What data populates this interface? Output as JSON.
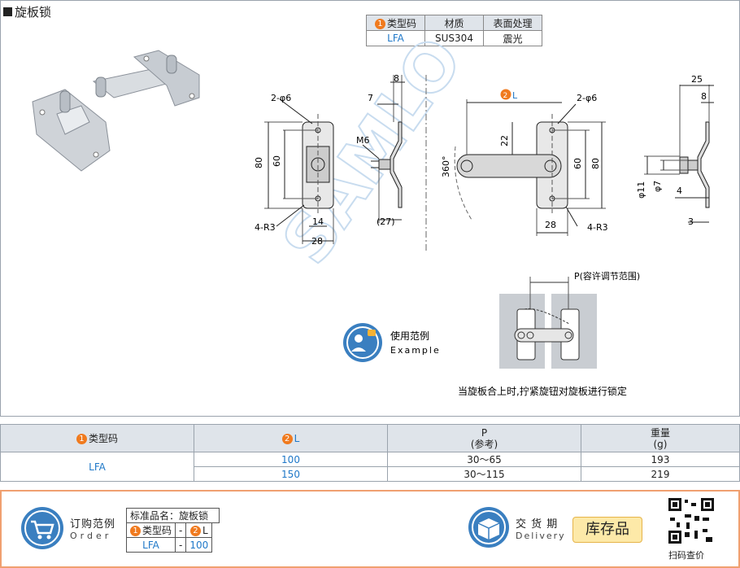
{
  "title": "旋板锁",
  "mini_table": {
    "headers": [
      "类型码",
      "材质",
      "表面处理"
    ],
    "row": [
      "LFA",
      "SUS304",
      "震光"
    ],
    "badge": "1"
  },
  "drawing": {
    "hole_label": "2-φ6",
    "hole_label_right": "2-φ6",
    "dim_8": "8",
    "dim_7": "7",
    "dim_m6": "M6",
    "dim_80": "80",
    "dim_60": "60",
    "dim_14": "14",
    "dim_28": "28",
    "dim_27": "(27)",
    "dim_r3": "4-R3",
    "dim_l": "L",
    "dim_l_badge": "2",
    "dim_22": "22",
    "dim_360": "360°",
    "dim_60b": "60",
    "dim_80b": "80",
    "dim_28b": "28",
    "dim_r3b": "4-R3",
    "dim_25": "25",
    "dim_8b": "8",
    "dim_phi11": "φ11",
    "dim_phi7": "φ7",
    "dim_4": "4",
    "dim_3": "3",
    "p_label": "P(容许调节范围)",
    "example_cn": "使用范例",
    "example_en": "Example",
    "caption": "当旋板合上时,拧紧旋钮对旋板进行锁定",
    "watermark": "SAMLO"
  },
  "spec_table": {
    "headers": [
      "类型码",
      "L",
      "P",
      "(参考)",
      "重量",
      "(g)"
    ],
    "type_code": "LFA",
    "rows": [
      {
        "l": "100",
        "p": "30～65",
        "w": "193"
      },
      {
        "l": "150",
        "p": "30～115",
        "w": "219"
      }
    ]
  },
  "order": {
    "label": "订购范例",
    "sub": "Order",
    "std_name": "标准品名：旋板锁",
    "col1": "类型码",
    "col2": "L",
    "dash": "-",
    "val1": "LFA",
    "val2": "100",
    "delivery_cn": "交 货 期",
    "delivery_en": "Delivery",
    "stock": "库存品",
    "qr_caption": "扫码查价"
  },
  "colors": {
    "accent": "#f07a1e",
    "blue": "#1f78c8",
    "header_bg": "#dfe4ea",
    "icon_blue": "#3a7fc0"
  }
}
